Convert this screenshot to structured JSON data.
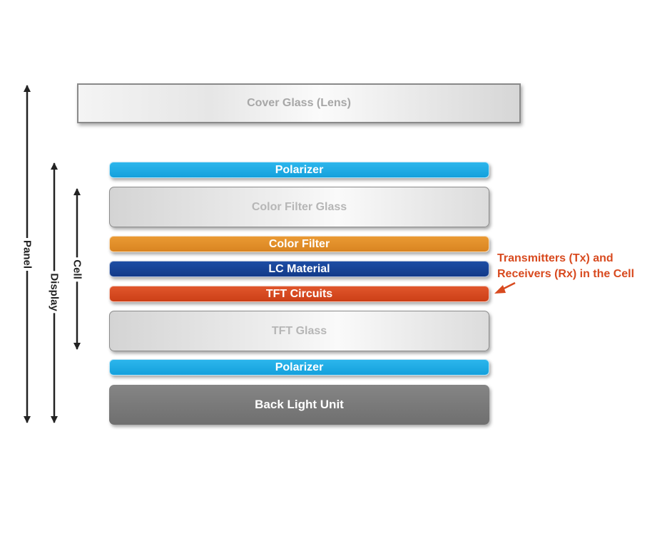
{
  "cover_glass": "Cover Glass (Lens)",
  "layers": {
    "polarizer_top": "Polarizer",
    "color_filter_glass": "Color Filter Glass",
    "color_filter": "Color Filter",
    "lc_material": "LC Material",
    "tft_circuits": "TFT Circuits",
    "tft_glass": "TFT Glass",
    "polarizer_bottom": "Polarizer",
    "back_light_unit": "Back Light Unit"
  },
  "annotation": {
    "line1": "Transmitters (Tx) and",
    "line2": "Receivers (Rx) in the Cell"
  },
  "dimensions": {
    "panel": "Panel",
    "display": "Display",
    "cell": "Cell"
  },
  "colors": {
    "polarizer": "#14a0dc",
    "color_filter": "#d98421",
    "lc_material": "#123a89",
    "tft_circuits": "#cc3f17",
    "back_light_unit": "#757575",
    "annotation": "#d84a1f"
  }
}
